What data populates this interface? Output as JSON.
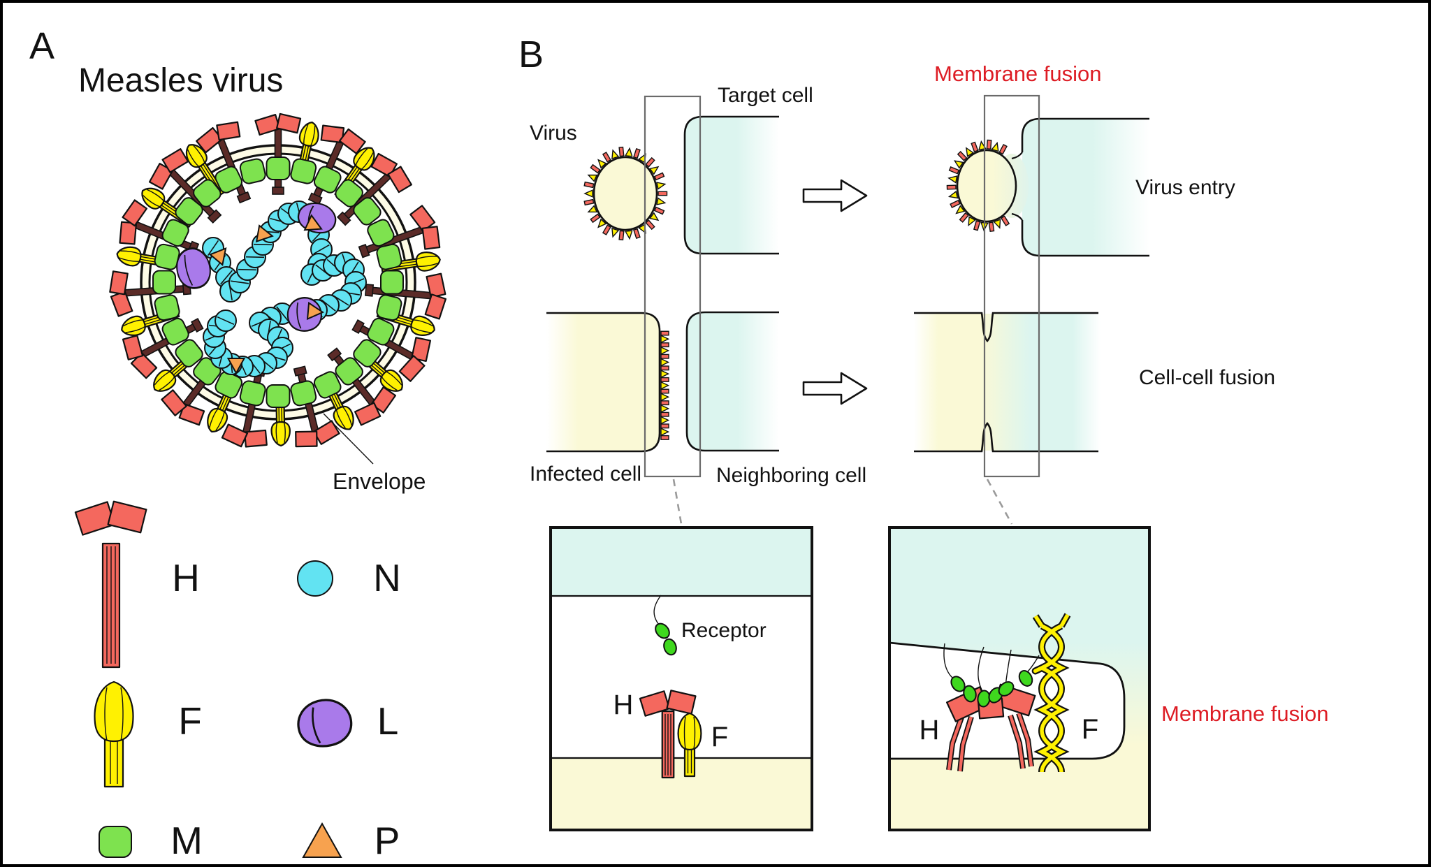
{
  "colors": {
    "pale_yellow": "#FAF9D6",
    "pale_cyan": "#DCF5EF",
    "cream": "#FDFBE6",
    "m_green": "#7EE24F",
    "receptor_green": "#3FD81E",
    "h_red": "#F4685E",
    "stalk_maroon": "#5B2B28",
    "f_yellow": "#FFF101",
    "n_cyan": "#62E3F2",
    "l_purple": "#A97AEA",
    "p_orange": "#F7A24F",
    "red_text": "#DD1C24",
    "zoom_box_gray": "#6A6A6A",
    "dash_gray": "#9A9A9A"
  },
  "panel_a": {
    "label": "A",
    "title": "Measles virus",
    "envelope_label": "Envelope",
    "legend": [
      {
        "symbol": "h-protein",
        "label": "H"
      },
      {
        "symbol": "n-protein",
        "label": "N"
      },
      {
        "symbol": "f-protein",
        "label": "F"
      },
      {
        "symbol": "l-protein",
        "label": "L"
      },
      {
        "symbol": "m-protein",
        "label": "M"
      },
      {
        "symbol": "p-protein",
        "label": "P"
      }
    ]
  },
  "panel_b": {
    "label": "B",
    "top_row": {
      "virus_label": "Virus",
      "target_cell_label": "Target cell",
      "membrane_fusion_label": "Membrane fusion",
      "virus_entry_label": "Virus entry"
    },
    "middle_row": {
      "infected_cell_label": "Infected cell",
      "neighboring_cell_label": "Neighboring cell",
      "cell_cell_fusion_label": "Cell-cell fusion"
    },
    "inset_receptor": {
      "receptor_label": "Receptor",
      "h_label": "H",
      "f_label": "F"
    },
    "inset_fusion": {
      "h_label": "H",
      "f_label": "F",
      "membrane_fusion_label": "Membrane fusion"
    }
  }
}
